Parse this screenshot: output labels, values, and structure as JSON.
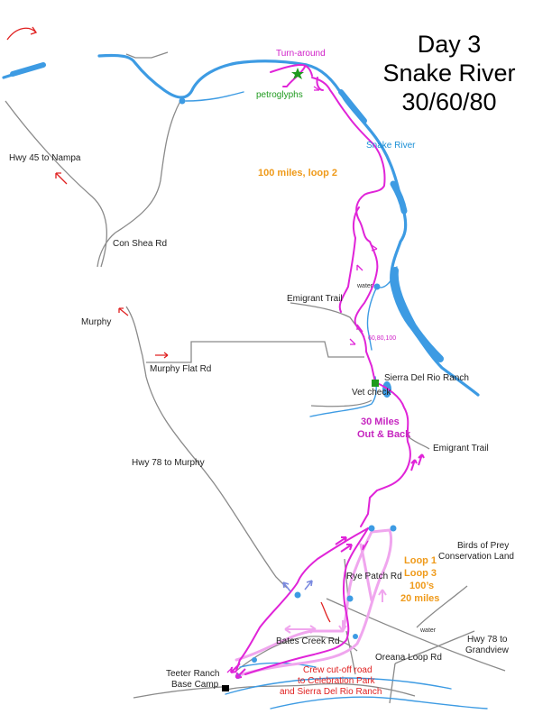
{
  "title": {
    "line1": "Day 3",
    "line2": "Snake River",
    "line3": "30/60/80"
  },
  "labels": {
    "turnaround": "Turn-around",
    "petroglyphs": "petroglyphs",
    "snake_river": "Snake River",
    "hundred_loop2": "100 miles, loop 2",
    "hwy45": "Hwy 45 to Nampa",
    "con_shea": "Con Shea Rd",
    "water_upper": "water",
    "emigrant_trail_upper": "Emigrant Trail",
    "murphy": "Murphy",
    "distances": "60,80,100",
    "murphy_flat": "Murphy Flat Rd",
    "sierra_del_rio": "Sierra Del Rio Ranch",
    "vet_check": "Vet check",
    "thirty_miles_1": "30 Miles",
    "thirty_miles_2": "Out & Back",
    "emigrant_trail_lower": "Emigrant Trail",
    "hwy78_murphy": "Hwy 78 to Murphy",
    "birds_of_prey_1": "Birds of Prey",
    "birds_of_prey_2": "Conservation Land",
    "loop1": "Loop 1",
    "loop3": "Loop 3",
    "hundreds": "100’s",
    "twenty_miles": "20 miles",
    "rye_patch": "Rye Patch Rd",
    "water_lower": "water",
    "hwy78_grandview_1": "Hwy 78 to",
    "hwy78_grandview_2": "Grandview",
    "bates_creek": "Bates Creek Rd",
    "oreana_loop": "Oreana Loop Rd",
    "crew_1": "Crew cut-off road",
    "crew_2": "to Celebration Park",
    "crew_3": "and Sierra Del Rio Ranch",
    "teeter_1": "Teeter Ranch",
    "teeter_2": "Base Camp"
  },
  "colors": {
    "river": "#3d9be3",
    "road": "#8a8a8a",
    "trail": "#e024d8",
    "trail_light": "#f0a6ee",
    "orange": "#ef9a1a",
    "red": "#e02020",
    "green": "#1f9a1f",
    "arrow_blue": "#7a8ae0"
  }
}
